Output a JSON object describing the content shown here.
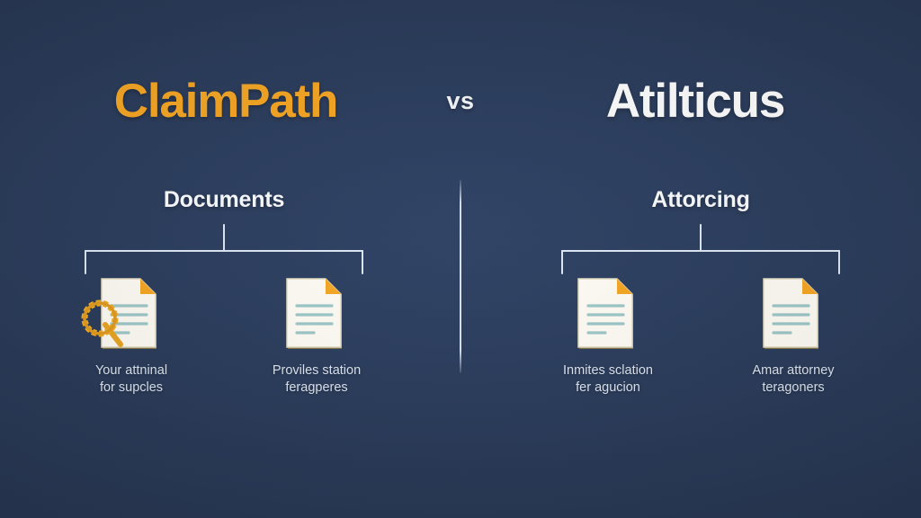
{
  "theme": {
    "background": "#2a3c5c",
    "accent_orange": "#f5a623",
    "text_white": "#fdfdfd",
    "line_color": "#dde7f4",
    "doc_page": "#fdfbf3",
    "doc_line": "#9cc6c6"
  },
  "header": {
    "left_brand": "ClaimPath",
    "vs_label": "vs",
    "right_brand": "Atilticus"
  },
  "columns": [
    {
      "title": "Documents",
      "nodes": [
        {
          "icon": "document-with-magnifier-icon",
          "caption_line1": "Your attninal",
          "caption_line2": "for supcles"
        },
        {
          "icon": "document-icon",
          "caption_line1": "Proviles station",
          "caption_line2": "feragperes"
        }
      ]
    },
    {
      "title": "Attorcing",
      "nodes": [
        {
          "icon": "document-icon",
          "caption_line1": "Inmites sclation",
          "caption_line2": "fer agucion"
        },
        {
          "icon": "document-icon",
          "caption_line1": "Amar attorney",
          "caption_line2": "teragoners"
        }
      ]
    }
  ]
}
